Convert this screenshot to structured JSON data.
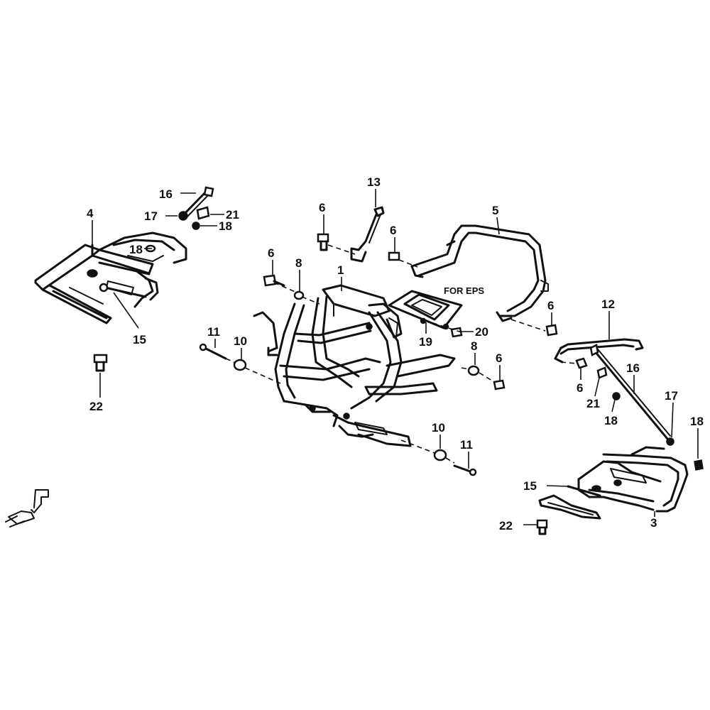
{
  "note": "FOR EPS",
  "callouts": {
    "c1": "1",
    "c3": "3",
    "c4": "4",
    "c5": "5",
    "c6a": "6",
    "c6b": "6",
    "c6c": "6",
    "c6d": "6",
    "c6e": "6",
    "c6f": "6",
    "c8a": "8",
    "c8b": "8",
    "c10a": "10",
    "c10b": "10",
    "c11a": "11",
    "c11b": "11",
    "c12": "12",
    "c13": "13",
    "c15a": "15",
    "c15b": "15",
    "c16a": "16",
    "c16b": "16",
    "c17a": "17",
    "c17b": "17",
    "c18a": "18",
    "c18b": "18",
    "c18c": "18",
    "c18d": "18",
    "c19": "19",
    "c20": "20",
    "c21a": "21",
    "c21b": "21",
    "c22a": "22",
    "c22b": "22"
  }
}
